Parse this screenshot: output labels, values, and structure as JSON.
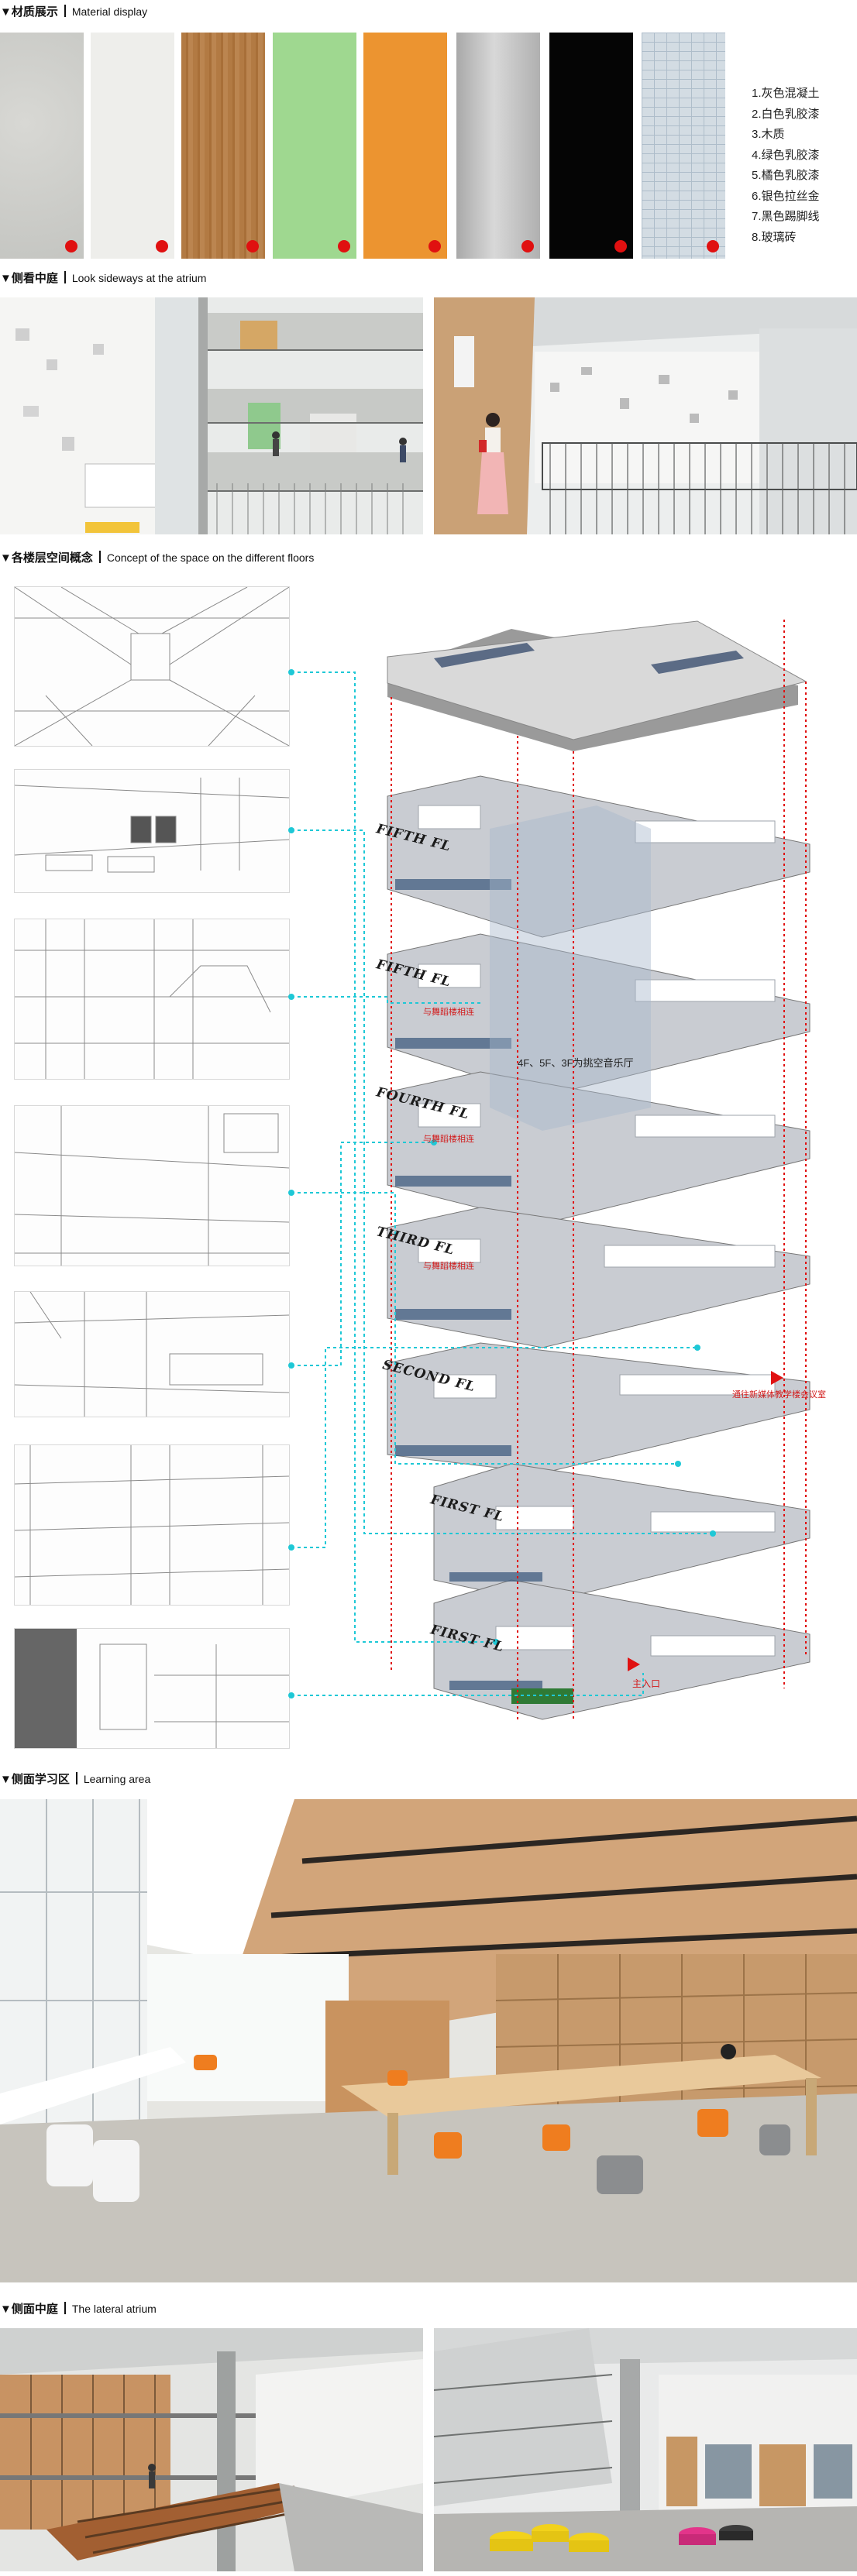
{
  "sections": {
    "material": {
      "zh": "▼材质展示",
      "en": "Material display"
    },
    "atrium": {
      "zh": "▼侧看中庭",
      "en": "Look sideways at the atrium"
    },
    "floors": {
      "zh": "▼各楼层空间概念",
      "en": "Concept of the space on the different floors"
    },
    "learning": {
      "zh": "▼侧面学习区",
      "en": "Learning area"
    },
    "lateral": {
      "zh": "▼侧面中庭",
      "en": "The lateral atrium"
    }
  },
  "materials": [
    {
      "label": "1.灰色混凝土",
      "color": "#cfd0cc"
    },
    {
      "label": "2.白色乳胶漆",
      "color": "#eeeeeb"
    },
    {
      "label": "3.木质",
      "color": "#b27a43"
    },
    {
      "label": "4.绿色乳胶漆",
      "color": "#9fd890"
    },
    {
      "label": "5.橘色乳胶漆",
      "color": "#ec9430"
    },
    {
      "label": "6.银色拉丝金",
      "color": "#b9b9b9"
    },
    {
      "label": "7.黑色踢脚线",
      "color": "#050505"
    },
    {
      "label": "8.玻璃砖",
      "color": "#c9d5de"
    }
  ],
  "floor_labels": [
    "FIFTH FL",
    "FIFTH FL",
    "FOURTH FL",
    "THIRD FL",
    "SECOND FL",
    "FIRST FL",
    "FIRST FL"
  ],
  "annotations": {
    "hall_note": "4F、5F、3F为挑空音乐厅",
    "connect_1": "与舞蹈楼相连",
    "connect_2": "与舞蹈楼相连",
    "connect_3": "与舞蹈楼相连",
    "multimedia": "通往新媒体教学楼会议室",
    "entrance": "主入口"
  },
  "colors": {
    "accent_red": "#e01010",
    "link_cyan": "#1ec8d6"
  }
}
